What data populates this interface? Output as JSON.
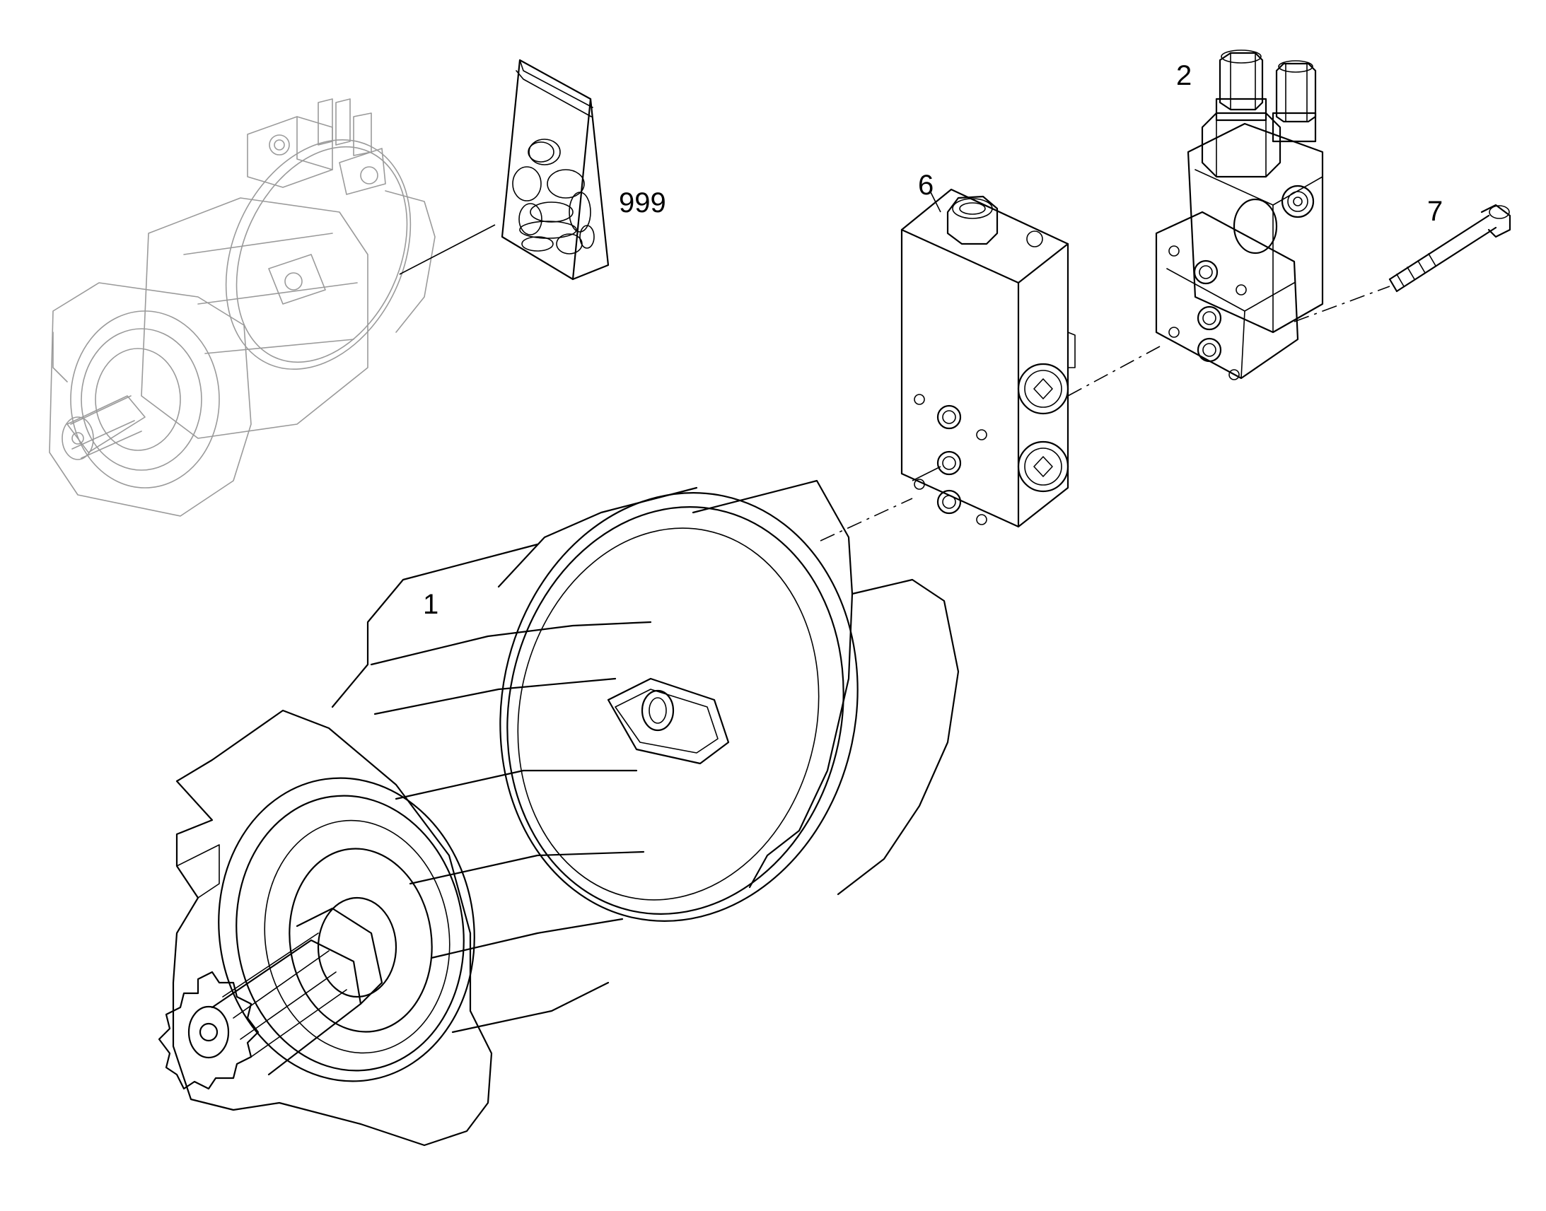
{
  "diagram": {
    "callouts": [
      {
        "id": "part-1",
        "label": "1"
      },
      {
        "id": "part-2",
        "label": "2"
      },
      {
        "id": "part-6",
        "label": "6"
      },
      {
        "id": "part-7",
        "label": "7"
      },
      {
        "id": "part-999",
        "label": "999"
      }
    ],
    "colors": {
      "line": "#000000",
      "ghost_line": "#9a9a9a",
      "background": "#ffffff"
    }
  }
}
